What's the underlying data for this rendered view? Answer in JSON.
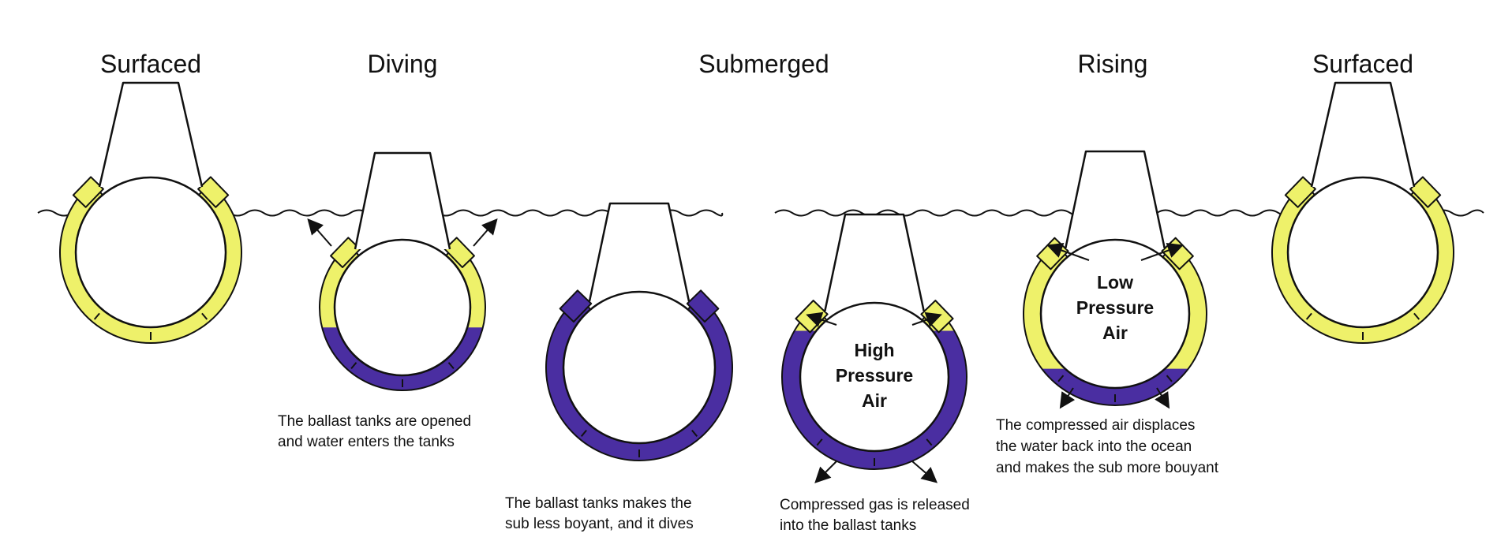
{
  "colors": {
    "air": "#eef16a",
    "water": "#4a2ea1",
    "outline": "#111111",
    "background": "#ffffff"
  },
  "stages": [
    {
      "title": "Surfaced",
      "captions": [],
      "inner_label": []
    },
    {
      "title": "Diving",
      "captions": [
        "The ballast tanks are opened",
        "and water enters the tanks"
      ],
      "inner_label": []
    },
    {
      "title": "Submerged",
      "captions": [],
      "inner_label": []
    },
    {
      "title": "",
      "captions": [
        "The ballast tanks makes the",
        "sub less boyant, and it dives"
      ],
      "inner_label": []
    },
    {
      "title": "",
      "captions": [
        "Compressed gas is released",
        "into the ballast tanks"
      ],
      "inner_label": [
        "High",
        "Pressure",
        "Air"
      ]
    },
    {
      "title": "Rising",
      "captions": [
        "The compressed air displaces",
        "the water back into the ocean",
        "and makes the sub more bouyant"
      ],
      "inner_label": [
        "Low",
        "Pressure",
        "Air"
      ]
    },
    {
      "title": "Surfaced",
      "captions": [],
      "inner_label": []
    }
  ]
}
